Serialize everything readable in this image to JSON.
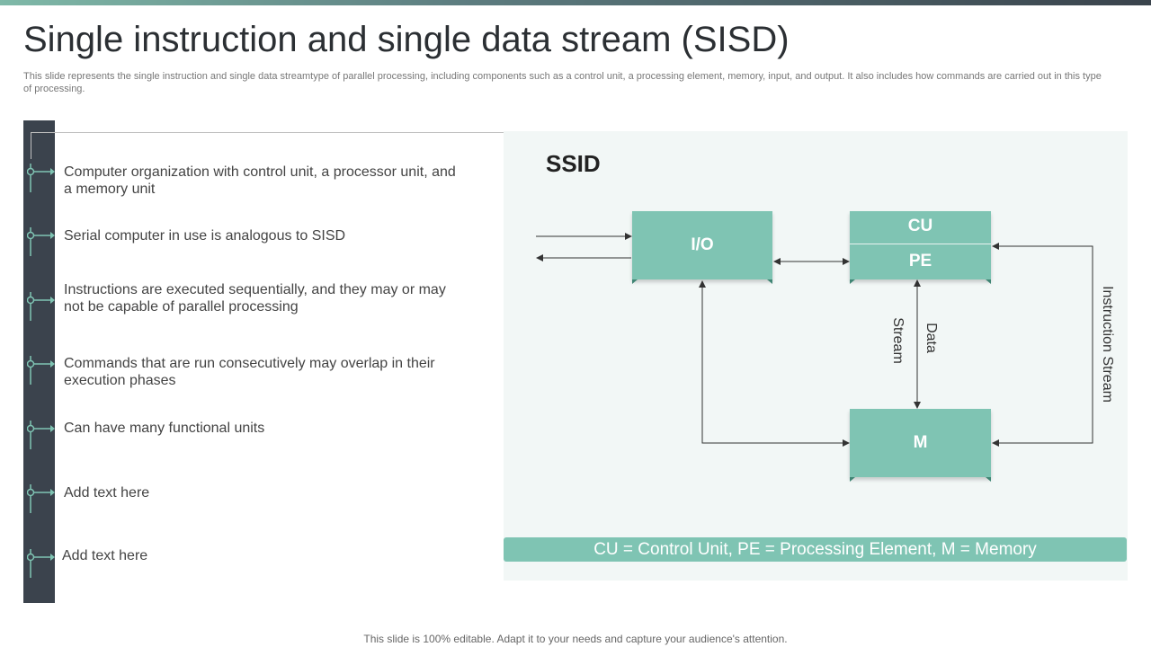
{
  "header": {
    "title": "Single instruction and single data stream (SISD)",
    "subtitle": "This slide represents the single instruction and single data streamtype of parallel processing, including components such as a control unit, a processing element, memory, input, and output. It also includes how commands are carried out in this type of processing."
  },
  "bullets": [
    "Computer organization with control unit, a processor unit, and a memory unit",
    "Serial computer in use is analogous to SISD",
    "Instructions  are executed sequentially,  and they may or may not be capable of parallel processing",
    "Commands that are run consecutively  may overlap  in their execution phases",
    "Can have many functional  units",
    "Add text here",
    "Add text here"
  ],
  "diagram": {
    "heading": "SSID",
    "io_label": "I/O",
    "cu_label": "CU",
    "pe_label": "PE",
    "m_label": "M",
    "data_stream_label_1": "Data",
    "data_stream_label_2": "Stream",
    "instruction_stream_label": "Instruction Stream",
    "legend": "CU = Control Unit,  PE = Processing Element, M = Memory"
  },
  "colors": {
    "accent": "#7fc4b3",
    "sidebar": "#3b434d",
    "panel": "#f2f7f6"
  },
  "footer": {
    "text": "This slide is 100% editable. Adapt it to your needs and capture your audience's attention."
  }
}
